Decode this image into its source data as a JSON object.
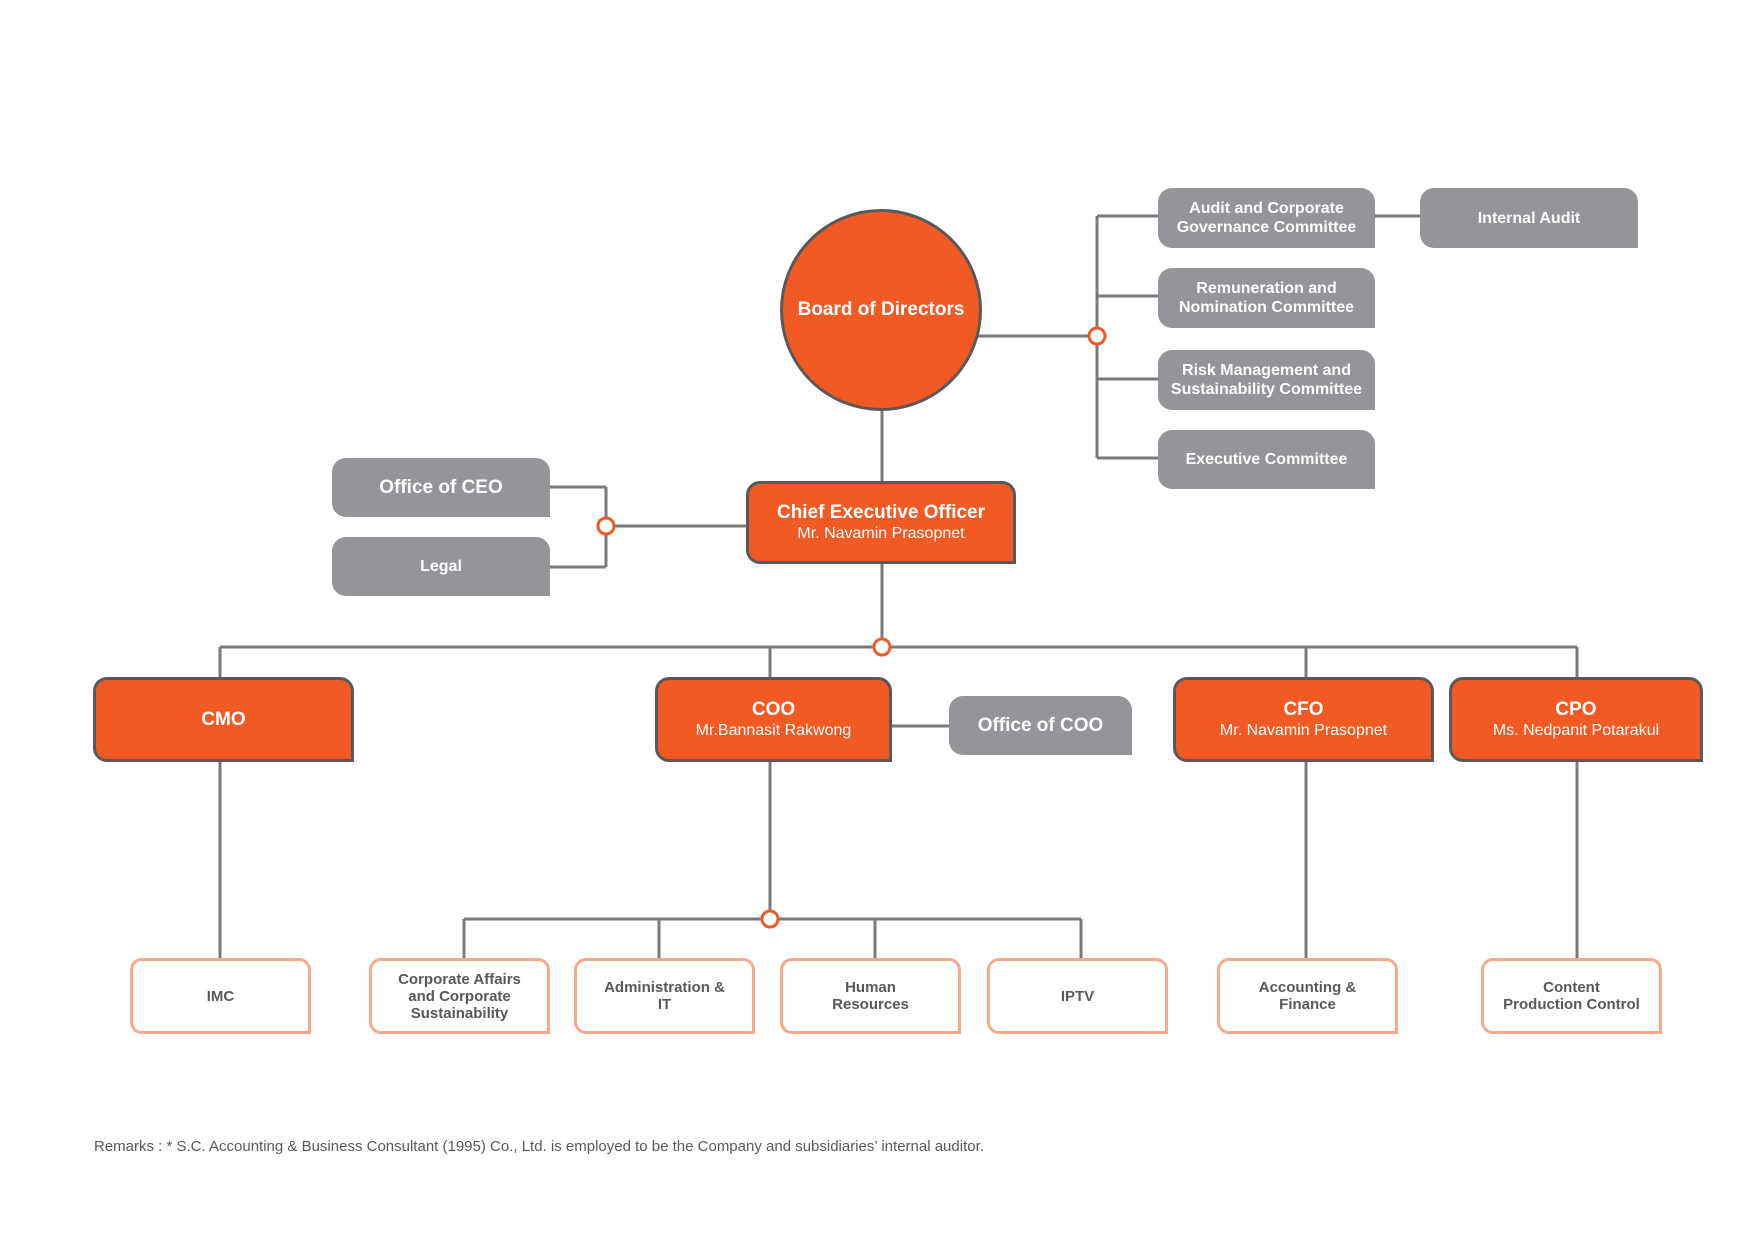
{
  "board": {
    "label": "Board of Directors"
  },
  "committees": {
    "audit": "Audit and Corporate\nGovernance Committee",
    "internal_audit": "Internal Audit",
    "remuneration": "Remuneration and\nNomination Committee",
    "risk": "Risk Management and\nSustainability Committee",
    "executive": "Executive Committee"
  },
  "ceo": {
    "title": "Chief Executive Officer",
    "name": "Mr. Navamin Prasopnet"
  },
  "ceo_staff": {
    "office": "Office of CEO",
    "legal": "Legal"
  },
  "executives": {
    "cmo": {
      "title": "CMO"
    },
    "coo": {
      "title": "COO",
      "name": "Mr.Bannasit Rakwong",
      "office": "Office of COO"
    },
    "cfo": {
      "title": "CFO",
      "name": "Mr. Navamin Prasopnet"
    },
    "cpo": {
      "title": "CPO",
      "name": "Ms. Nedpanit Potarakul"
    }
  },
  "departments": {
    "imc": "IMC",
    "corporate_affairs": "Corporate Affairs\nand Corporate\nSustainability",
    "admin_it": "Administration &\nIT",
    "hr": "Human\nResources",
    "iptv": "IPTV",
    "accounting": "Accounting &\nFinance",
    "content": "Content\nProduction Control"
  },
  "remarks": "Remarks : * S.C. Accounting & Business Consultant (1995) Co., Ltd. is employed to be the Company and subsidiaries’ internal auditor.",
  "colors": {
    "orange": "#f15a24",
    "gray": "#939598",
    "line": "#7a7a7c",
    "outline": "#f7a98b"
  }
}
